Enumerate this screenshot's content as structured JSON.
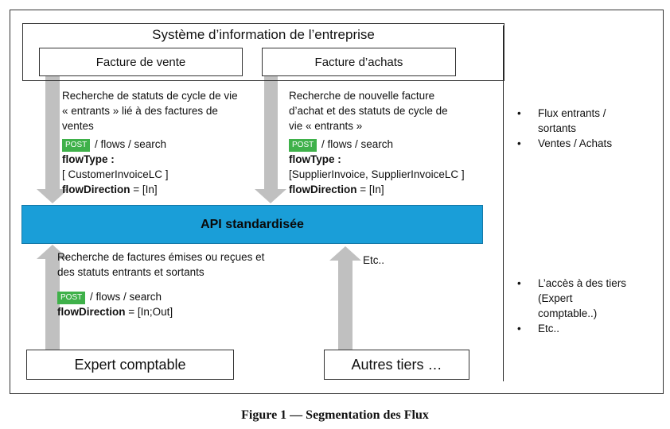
{
  "system": {
    "title": "Système d’information de l’entreprise",
    "facture_vente": "Facture de vente",
    "facture_achats": "Facture d’achats"
  },
  "api_label": "API  standardisée",
  "left_top": {
    "desc_1": "Recherche de statuts de cycle de vie",
    "desc_2": "« entrants » lié à des factures de",
    "desc_3": "ventes",
    "method": "POST",
    "path": " / flows / search",
    "flowtype_key": "flowType :",
    "flowtype_value": "[ CustomerInvoiceLC ]",
    "direction_key": "flowDirection",
    "direction_value": " = [In]"
  },
  "right_top": {
    "desc_1": "Recherche de nouvelle facture",
    "desc_2": "d’achat et des statuts de cycle de",
    "desc_3": "vie « entrants  »",
    "method": "POST",
    "path": " / flows / search",
    "flowtype_key": "flowType :",
    "flowtype_value": "[SupplierInvoice, SupplierInvoiceLC ]",
    "direction_key": "flowDirection",
    "direction_value": " = [In]"
  },
  "left_bottom": {
    "desc_1": "Recherche de factures émises ou reçues et",
    "desc_2": "des statuts entrants et sortants",
    "method": "POST",
    "path": " / flows / search",
    "direction_key": "flowDirection",
    "direction_value": " = [In;Out]"
  },
  "right_bottom_text": "Etc..",
  "bottom_boxes": {
    "expert": "Expert comptable",
    "autres": "Autres tiers …"
  },
  "side_top": {
    "item_1": "Flux entrants /",
    "item_1b": "sortants",
    "item_2": "Ventes / Achats"
  },
  "side_bottom": {
    "item_1": "L’accès à des tiers",
    "item_1b": "(Expert",
    "item_1c": "comptable..)",
    "item_2": "Etc.."
  },
  "bullet_char": "•",
  "caption": "Figure 1 — Segmentation des Flux",
  "colors": {
    "api": "#1a9ed8",
    "post_badge": "#3fb14a",
    "arrow": "#c0c0c0"
  }
}
